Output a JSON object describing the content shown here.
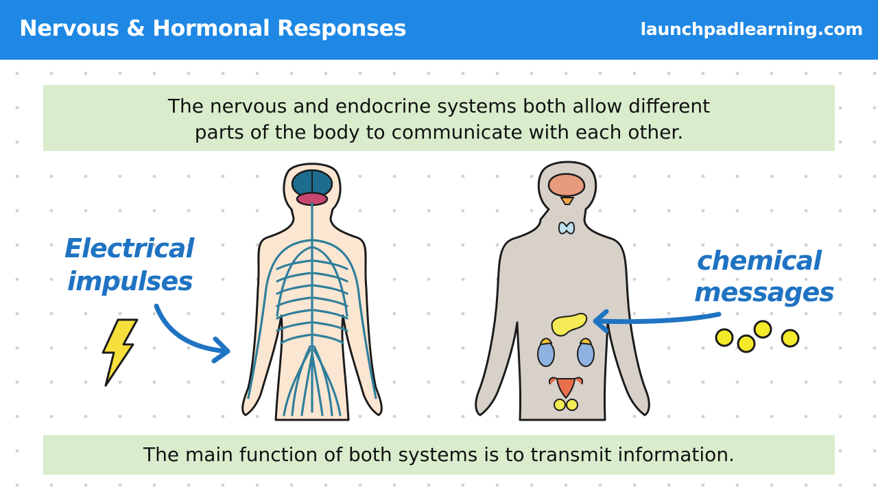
{
  "header": {
    "title": "Nervous & Hormonal Responses",
    "site": "launchpadlearning.com"
  },
  "top_note": {
    "line1": "The nervous and endocrine systems both allow different",
    "line2": "parts of the body to communicate with each other."
  },
  "labels": {
    "electrical_line1": "Electrical",
    "electrical_line2": "impulses",
    "chemical_line1": "chemical",
    "chemical_line2": "messages"
  },
  "bottom_note": "The main function of both systems is to transmit information.",
  "colors": {
    "header": "#1f88e5",
    "note_box": "#d9edcd",
    "label_blue": "#1f73c2",
    "skin": "#fbe6d2",
    "nerve": "#2f7f9b",
    "body_gray": "#d7d1ca",
    "gland_yellow": "#f4ea55",
    "kidney_blue": "#8fb3e0"
  },
  "icons": [
    "lightning-bolt-icon",
    "arrow-icon",
    "hormone-dots-icon"
  ]
}
